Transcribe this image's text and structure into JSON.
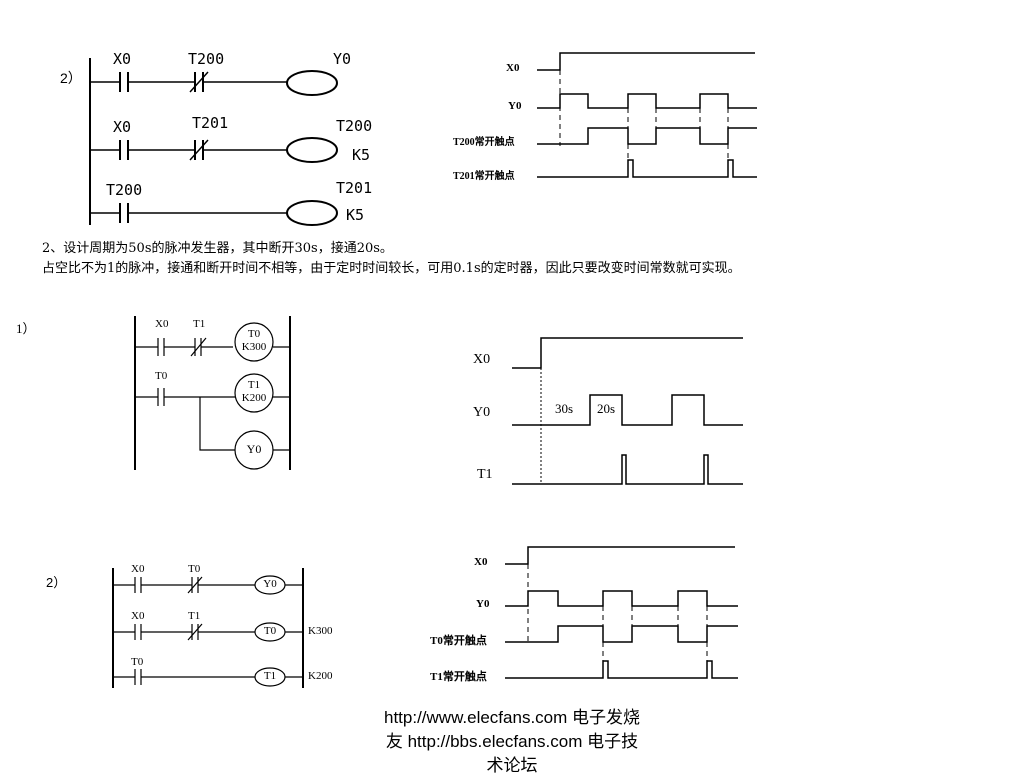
{
  "ladder_a": {
    "label": "2）",
    "r1": {
      "c1": "X0",
      "c2": "T200",
      "coil": "Y0"
    },
    "r2": {
      "c1": "X0",
      "c2": "T201",
      "coil": "T200",
      "k": "K5"
    },
    "r3": {
      "c1": "T200",
      "coil": "T201",
      "k": "K5"
    }
  },
  "timing_a": {
    "x0": "X0",
    "y0": "Y0",
    "t200": "T200常开触点",
    "t201": "T201常开触点"
  },
  "desc": {
    "line1": "2、设计周期为50s的脉冲发生器，其中断开30s，接通20s。",
    "line2": "占空比不为1的脉冲，接通和断开时间不相等，由于定时时间较长，可用0.1s的定时器，因此只要改变时间常数就可实现。"
  },
  "ladder_b": {
    "label": "1）",
    "r1": {
      "c1": "X0",
      "c2": "T1",
      "coil_t": "T0",
      "coil_k": "K300"
    },
    "r2": {
      "c1": "T0",
      "coil_t": "T1",
      "coil_k": "K200"
    },
    "r3": {
      "coil": "Y0"
    }
  },
  "timing_b": {
    "x0": "X0",
    "y0": "Y0",
    "t1": "T1",
    "d1": "30s",
    "d2": "20s"
  },
  "ladder_c": {
    "label": "2）",
    "r1": {
      "c1": "X0",
      "c2": "T0",
      "coil": "Y0"
    },
    "r2": {
      "c1": "X0",
      "c2": "T1",
      "coil": "T0",
      "k": "K300"
    },
    "r3": {
      "c1": "T0",
      "coil": "T1",
      "k": "K200"
    }
  },
  "timing_c": {
    "x0": "X0",
    "y0": "Y0",
    "t0": "T0常开触点",
    "t1": "T1常开触点"
  },
  "footer": {
    "line1": "http://www.elecfans.com 电子发烧",
    "line2": "友 http://bbs.elecfans.com 电子技",
    "line3": "术论坛"
  }
}
